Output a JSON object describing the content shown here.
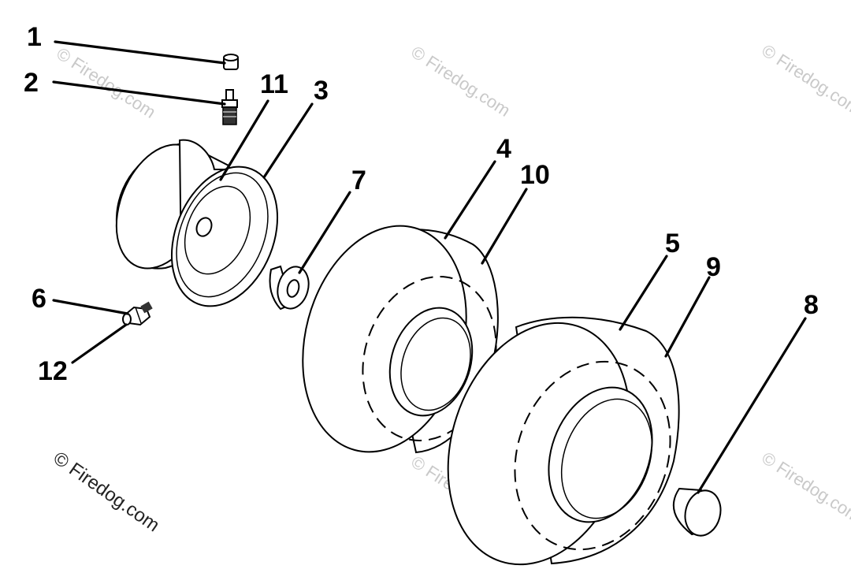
{
  "diagram": {
    "callouts": [
      {
        "id": "1",
        "label": "1"
      },
      {
        "id": "2",
        "label": "2"
      },
      {
        "id": "3",
        "label": "3"
      },
      {
        "id": "4",
        "label": "4"
      },
      {
        "id": "5",
        "label": "5"
      },
      {
        "id": "6",
        "label": "6"
      },
      {
        "id": "7",
        "label": "7"
      },
      {
        "id": "8",
        "label": "8"
      },
      {
        "id": "9",
        "label": "9"
      },
      {
        "id": "10",
        "label": "10"
      },
      {
        "id": "11",
        "label": "11"
      },
      {
        "id": "12",
        "label": "12"
      }
    ],
    "watermark": "© Firedog.com",
    "colors": {
      "line": "#000000",
      "background": "#ffffff",
      "watermark": "#c9c9c9"
    }
  }
}
